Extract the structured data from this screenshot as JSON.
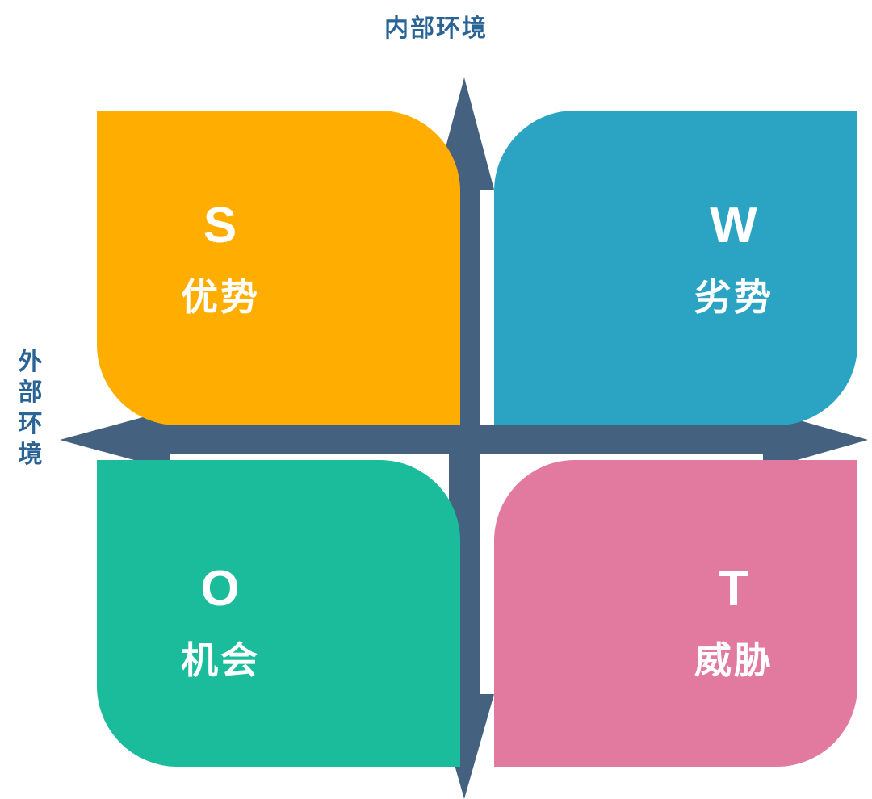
{
  "diagram": {
    "type": "swot-matrix",
    "axes": {
      "vertical_label": "内部环境",
      "horizontal_label": "外部环境",
      "axis_color": "#44617f"
    },
    "quadrants": [
      {
        "id": "s",
        "letter": "S",
        "label": "优势",
        "color": "#FFAE00",
        "position": "top-left"
      },
      {
        "id": "w",
        "letter": "W",
        "label": "劣势",
        "color": "#2BA4C4",
        "position": "top-right"
      },
      {
        "id": "o",
        "letter": "O",
        "label": "机会",
        "color": "#1BBC9B",
        "position": "bottom-left"
      },
      {
        "id": "t",
        "letter": "T",
        "label": "威胁",
        "color": "#E2799F",
        "position": "bottom-right"
      }
    ]
  }
}
